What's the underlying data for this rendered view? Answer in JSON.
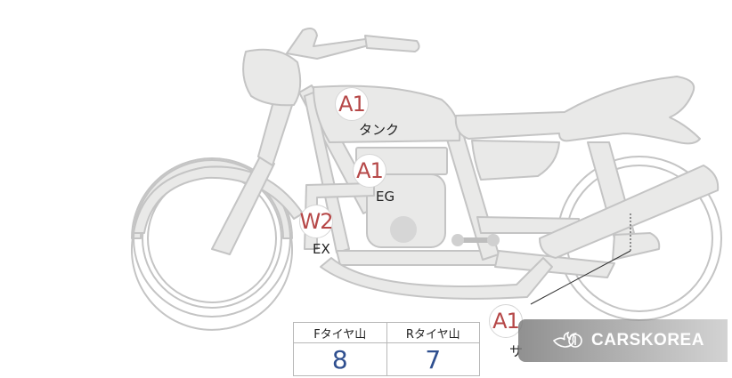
{
  "labels": {
    "tank": {
      "code": "A1",
      "name": "タンク"
    },
    "engine": {
      "code": "A1",
      "name": "EG"
    },
    "exhaust": {
      "code": "W2",
      "name": "EX"
    },
    "rear": {
      "code": "A1",
      "name": "サ"
    }
  },
  "tread_table": {
    "headers": [
      "Fタイヤ山",
      "Rタイヤ山"
    ],
    "values": [
      "8",
      "7"
    ]
  },
  "brand": {
    "name": "CARSKOREA"
  },
  "colors": {
    "part_fill": "#e9e9e8",
    "part_stroke": "#c4c4c4",
    "badge_text": "#b64848",
    "value_text": "#2f4f8f"
  }
}
